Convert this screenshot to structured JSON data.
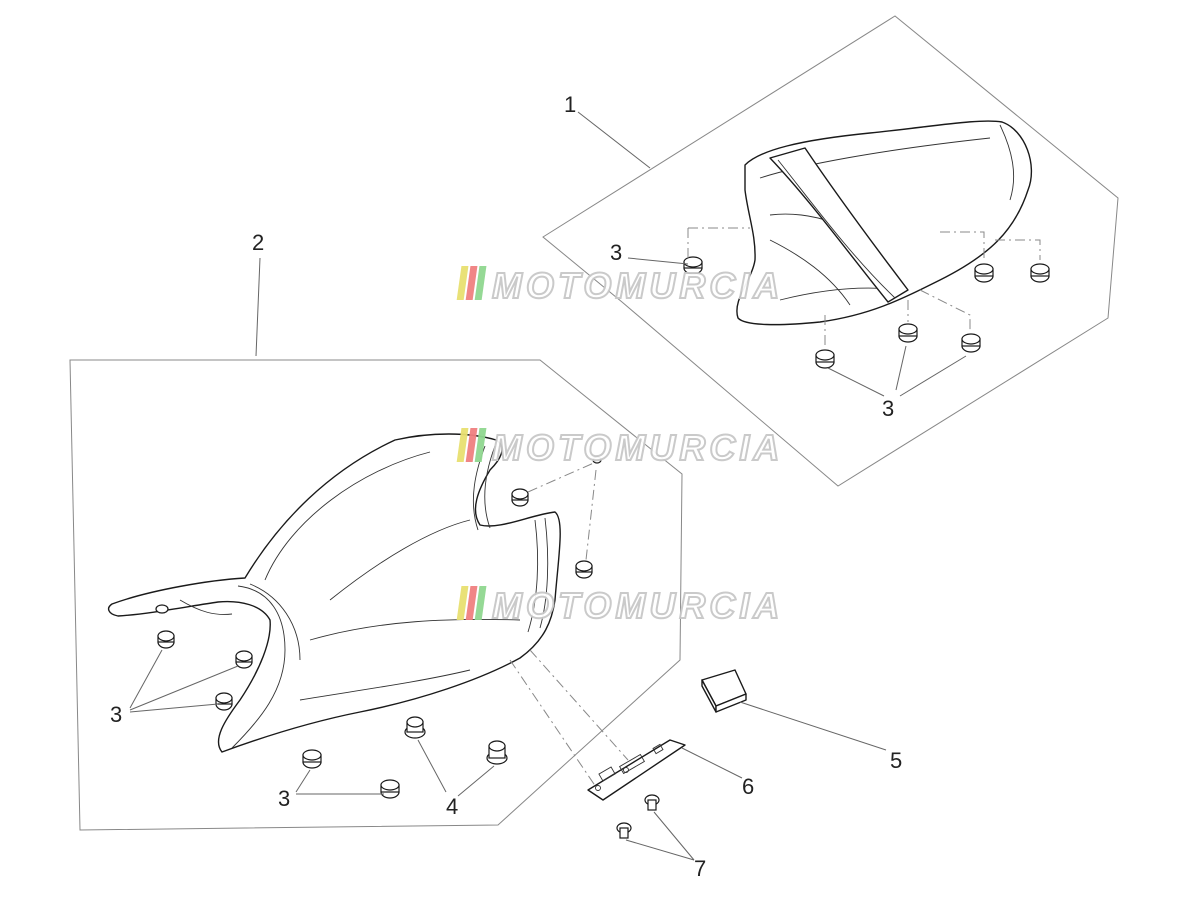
{
  "diagram": {
    "callouts": [
      {
        "id": "1",
        "label": "1"
      },
      {
        "id": "2",
        "label": "2"
      },
      {
        "id": "3a",
        "label": "3"
      },
      {
        "id": "3b",
        "label": "3"
      },
      {
        "id": "3c",
        "label": "3"
      },
      {
        "id": "3d",
        "label": "3"
      },
      {
        "id": "4",
        "label": "4"
      },
      {
        "id": "5",
        "label": "5"
      },
      {
        "id": "6",
        "label": "6"
      },
      {
        "id": "7",
        "label": "7"
      }
    ],
    "watermark": {
      "text": "MOTOMURCIA",
      "stripe_colors": [
        "#e8e070",
        "#f08080",
        "#90d890"
      ]
    }
  }
}
